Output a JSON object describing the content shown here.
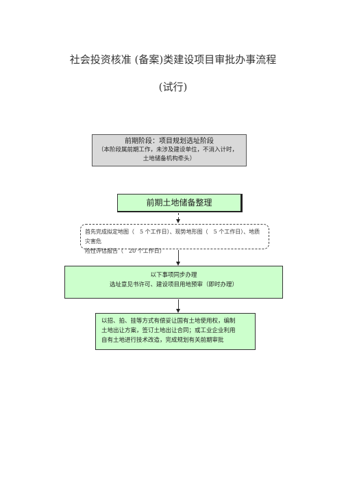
{
  "title": "社会投资核准 (备案)类建设项目审批办事流程",
  "subtitle": "(试行)",
  "phase_box": {
    "heading": "前期阶段：项目规划选址阶段",
    "line2": "（本阶段属前期工作，未涉及建设单位，不消入计时，",
    "line3": "土地储备机构牵头）"
  },
  "land_reserve": {
    "label": "前期土地储备整理"
  },
  "survey_box": {
    "line1": "首先完成拟定地图（　5 个工作日）、现势地形图（　5 个工作日）、地质灾害危",
    "line2": "险性评估报告（　20 个工作日）"
  },
  "sync_box": {
    "line1": "以下事项同步办理",
    "line2": "选址意见书许可、建设项目用地预审（即时办理）"
  },
  "land_supply_box": {
    "line1": "以招、拍、挂等方式有偿妥让国有土地使用权，编制",
    "line2": "土地出让方案，签订土地出让合同；或工业企业利用",
    "line3": "自有土地进行技术改造，完成规划有关前期审批"
  }
}
